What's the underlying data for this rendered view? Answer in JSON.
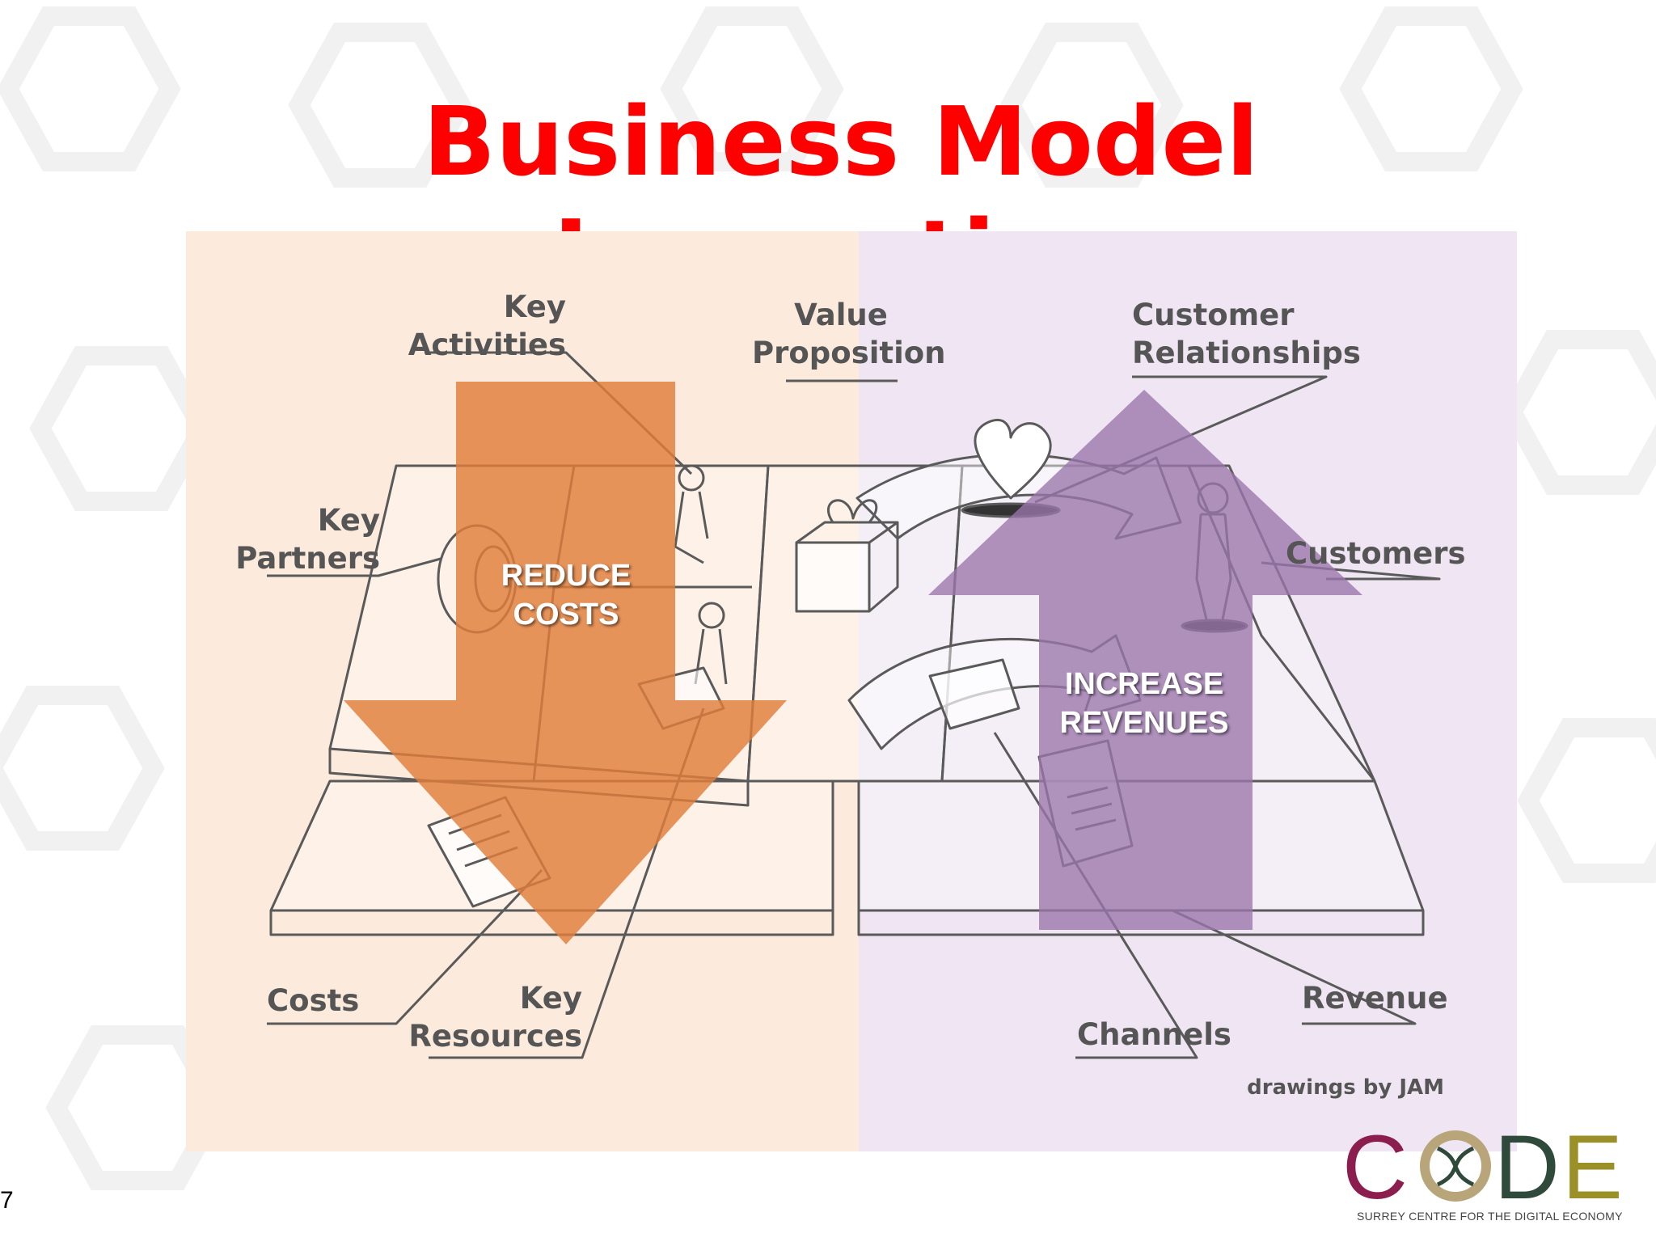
{
  "slide": {
    "title_lines": [
      "Business Model",
      "Innovation"
    ],
    "slide_number": "7"
  },
  "canvas": {
    "labels": {
      "key_activities": [
        "Key",
        "Activities"
      ],
      "value_proposition": [
        "Value",
        "Proposition"
      ],
      "customer_relationships": [
        "Customer",
        "Relationships"
      ],
      "key_partners": [
        "Key",
        "Partners"
      ],
      "customers": "Customers",
      "costs": "Costs",
      "key_resources": [
        "Key",
        "Resources"
      ],
      "channels": "Channels",
      "revenue": "Revenue"
    },
    "credit": "drawings by JAM"
  },
  "arrows": {
    "reduce_costs": {
      "lines": [
        "REDUCE",
        "COSTS"
      ],
      "direction": "down",
      "color": "#e07e3a",
      "tint": "#fbe6d6"
    },
    "increase_revenues": {
      "lines": [
        "INCREASE",
        "REVENUES"
      ],
      "direction": "up",
      "color": "#9a76aa",
      "tint": "#ece1f1"
    }
  },
  "logo": {
    "letters": [
      "C",
      "O",
      "D",
      "E"
    ],
    "tagline": "SURREY CENTRE FOR THE DIGITAL ECONOMY",
    "colors": [
      "#8b1e4e",
      "#b8a57a",
      "#2f4a3a",
      "#9b8f27"
    ]
  },
  "colors": {
    "title": "#ff0000",
    "label_text": "#555555",
    "sketch_line": "#5a5a5a"
  }
}
